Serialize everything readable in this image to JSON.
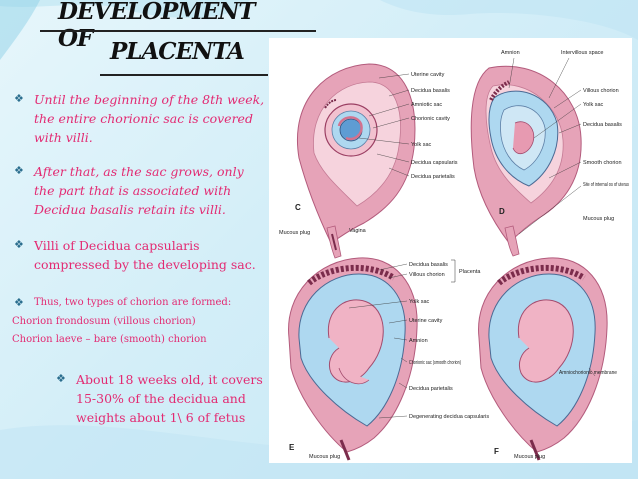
{
  "title": {
    "line1": "DEVELOPMENT OF",
    "line2": "PLACENTA"
  },
  "bullets": [
    {
      "text": "Until the beginning of the 8th week, the entire chorionic sac is covered with villi."
    },
    {
      "text": "After that, as the sac grows, only the part that is associated with Decidua basalis retain its villi."
    },
    {
      "text": "Villi of Decidua capsularis compressed by the developing sac."
    },
    {
      "text": "Thus, two types of chorion are formed:"
    }
  ],
  "chorion_types": [
    "Chorion frondosum (villous chorion)",
    "Chorion laeve – bare (smooth) chorion"
  ],
  "note": "About 18 weeks old, it covers 15-30% of the decidua and weights about 1\\ 6 of fetus",
  "figure": {
    "panels": [
      "C",
      "D",
      "E",
      "F"
    ],
    "labels_c_left": [
      "Uterine cavity",
      "Decidua basalis",
      "Amniotic sac",
      "Chorionic cavity",
      "Yolk sac",
      "Decidua capsularis",
      "Decidua parietalis"
    ],
    "labels_d_right": [
      "Villous chorion",
      "Yolk sac",
      "Decidua basalis",
      "Smooth chorion",
      "Site of internal os of uterus",
      "Mucous plug"
    ],
    "labels_top": [
      "Amnion",
      "Intervillous space"
    ],
    "labels_c_bottom": [
      "Mucous plug",
      "Vagina"
    ],
    "labels_e_right": [
      "Decidua basalis",
      "Villous chorion",
      "Yolk sac",
      "Uterine cavity",
      "Amnion",
      "Chorionic sac (smooth chorion)",
      "Decidua parietalis",
      "Degenerating decidua capsularis"
    ],
    "placenta_label": "Placenta",
    "labels_f_right": [
      "Amniochorionic membrane"
    ],
    "labels_bottom": [
      "Mucous plug",
      "Mucous plug"
    ]
  }
}
